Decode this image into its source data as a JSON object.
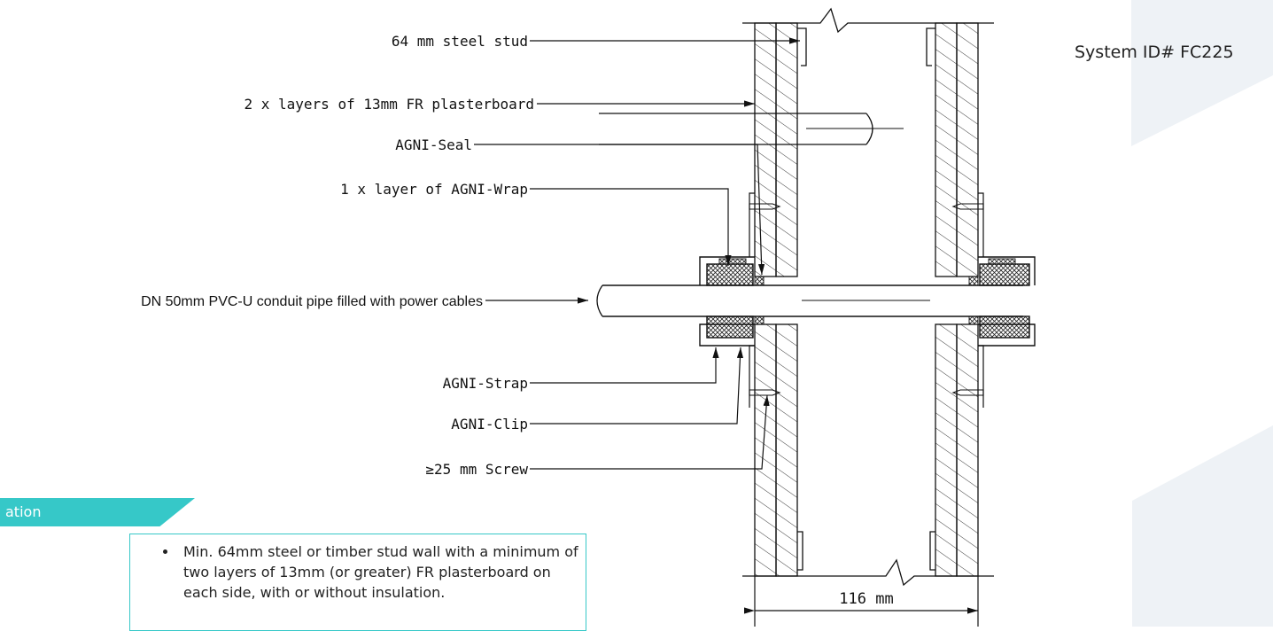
{
  "system_id": "System ID# FC225",
  "labels": {
    "steel_stud": "64 mm steel stud",
    "plasterboard": "2 x layers of 13mm FR plasterboard",
    "seal": "AGNI-Seal",
    "wrap": "1 x layer of AGNI-Wrap",
    "pipe": "DN 50mm PVC-U conduit pipe filled with power cables",
    "strap": "AGNI-Strap",
    "clip": "AGNI-Clip",
    "screw": "≥25 mm Screw"
  },
  "dimension": "116 mm",
  "section_tab": "ation",
  "notes": [
    "Min. 64mm steel or timber stud wall with a minimum of two layers of 13mm (or greater) FR plasterboard on each side, with or without insulation."
  ],
  "colors": {
    "accent": "#36c8c8"
  }
}
